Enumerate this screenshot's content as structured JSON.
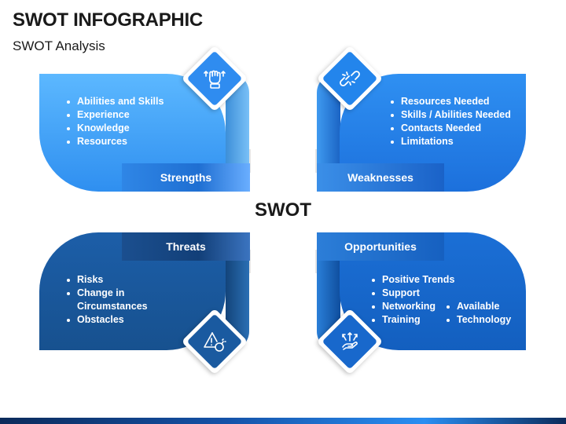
{
  "header": {
    "title": "SWOT INFOGRAPHIC",
    "subtitle": "SWOT Analysis"
  },
  "center_label": "SWOT",
  "quadrants": {
    "strengths": {
      "label": "Strengths",
      "icon": "raised-fist-icon",
      "items": [
        "Abilities and Skills",
        "Experience",
        "Knowledge",
        "Resources"
      ]
    },
    "weaknesses": {
      "label": "Weaknesses",
      "icon": "broken-chain-icon",
      "items": [
        "Resources Needed",
        "Skills / Abilities Needed",
        "Contacts Needed",
        "Limitations"
      ]
    },
    "threats": {
      "label": "Threats",
      "icon": "warning-bomb-icon",
      "items": [
        "Risks",
        "Change in Circumstances",
        "Obstacles"
      ]
    },
    "opportunities": {
      "label": "Opportunities",
      "icon": "hand-arrows-icon",
      "items": [
        "Positive Trends",
        "Support",
        "Networking",
        "Training"
      ],
      "items_col2": [
        "Available",
        "Technology"
      ]
    }
  },
  "colors": {
    "strengths": "#4aa8ff",
    "weaknesses": "#2385ec",
    "threats": "#1a5aa0",
    "opportunities": "#1868cc"
  }
}
